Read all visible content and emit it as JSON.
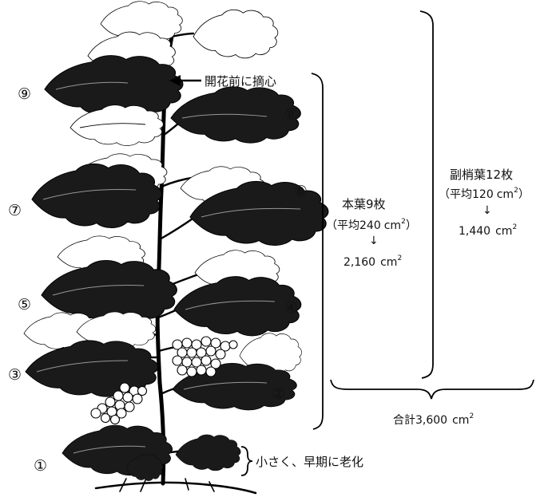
{
  "leaf_numbers": {
    "n1": "①",
    "n2": "②",
    "n3": "③",
    "n4": "④",
    "n5": "⑤",
    "n6": "⑥",
    "n7": "⑦",
    "n8": "⑧",
    "n9": "⑨"
  },
  "annotations": {
    "pinch": "開花前に摘心",
    "small_leaves": "小さく、早期に老化"
  },
  "main_leaves": {
    "title": "本葉9枚",
    "avg_open": "（平均",
    "avg_value": "240",
    "unit": "cm",
    "sup": "2",
    "avg_close": "）",
    "arrow": "↓",
    "total": "2,160",
    "total_unit": "cm",
    "total_sup": "2"
  },
  "lateral_leaves": {
    "title": "副梢葉12枚",
    "avg_open": "（平均",
    "avg_value": "120",
    "unit": "cm",
    "sup": "2",
    "avg_close": "）",
    "arrow": "↓",
    "total": "1,440",
    "total_unit": "cm",
    "total_sup": "2"
  },
  "sum": {
    "label": "合計3,600",
    "unit": "cm",
    "sup": "2"
  }
}
